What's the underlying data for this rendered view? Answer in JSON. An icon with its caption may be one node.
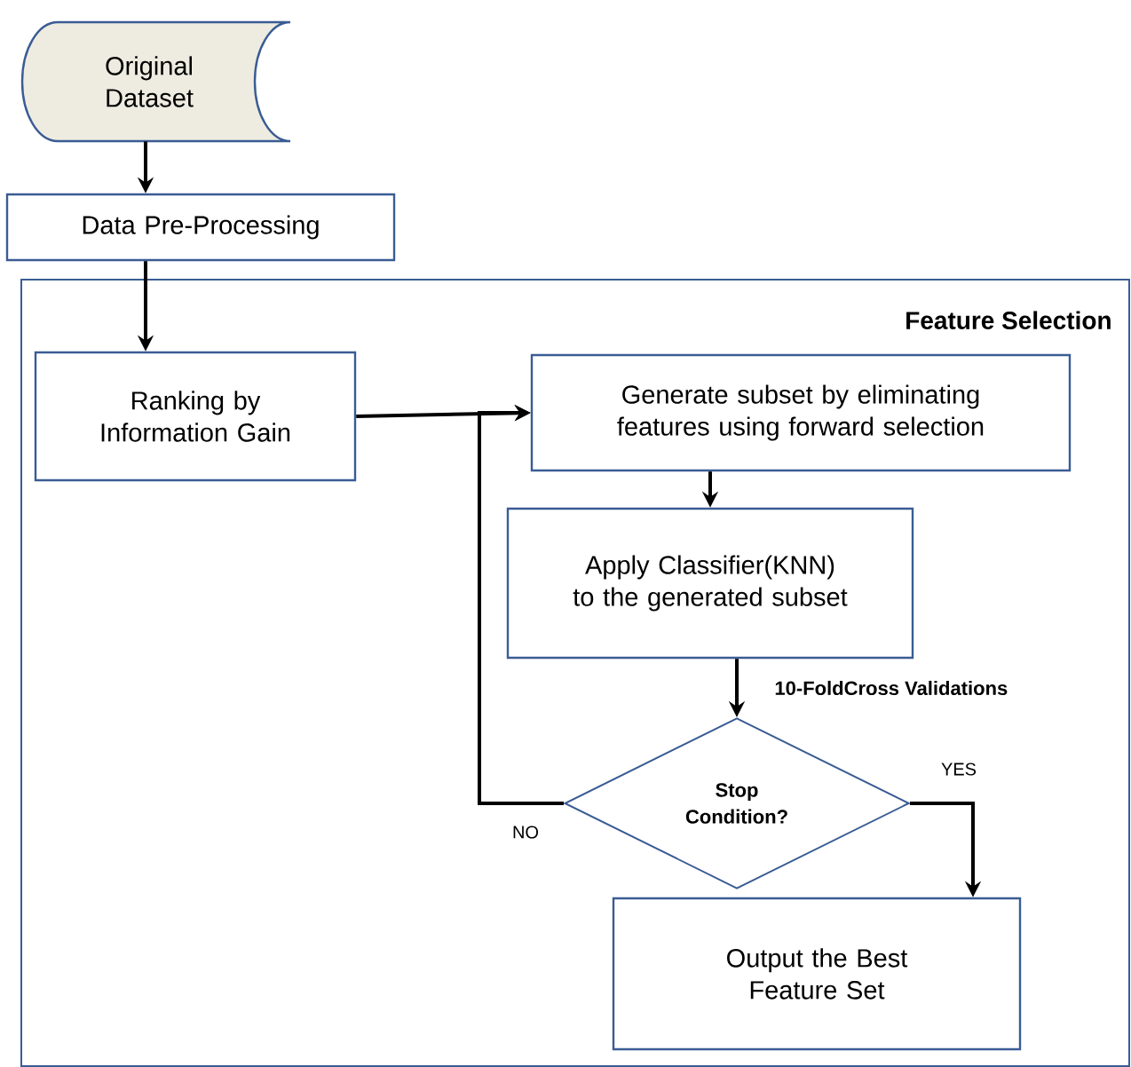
{
  "diagram": {
    "nodes": [
      {
        "text": [
          "Original Dataset"
        ]
      },
      {
        "text": [
          "Data Pre-Processing"
        ]
      },
      {
        "text": [
          "Feature Selection"
        ]
      },
      {
        "text": [
          "Ranking by Information Gain"
        ],
        "in": 2
      },
      {
        "text": [
          "Generate subset by eliminating features using forward selection"
        ],
        "in": 2
      },
      {
        "text": [
          "Apply Classifier(KNN) to the generated subset"
        ],
        "in": 2
      },
      {
        "text": [
          "Stop Condition?"
        ],
        "in": 2
      },
      {
        "text": [
          "Output the Best Feature Set"
        ],
        "in": 2
      }
    ],
    "edges": [
      {
        "from": 0,
        "to": 1,
        "arrow": "to"
      },
      {
        "from": 1,
        "to": 3,
        "arrow": "to"
      },
      {
        "from": 3,
        "to": 4,
        "arrow": "to"
      },
      {
        "from": 4,
        "to": 5,
        "arrow": "to"
      },
      {
        "from": 5,
        "to": 6,
        "arrow": "to",
        "label": "10-FoldCross Validations"
      },
      {
        "from": 6,
        "to": 4,
        "arrow": "to",
        "label": "NO"
      },
      {
        "from": 6,
        "to": 7,
        "arrow": "to",
        "label": "YES"
      }
    ]
  }
}
